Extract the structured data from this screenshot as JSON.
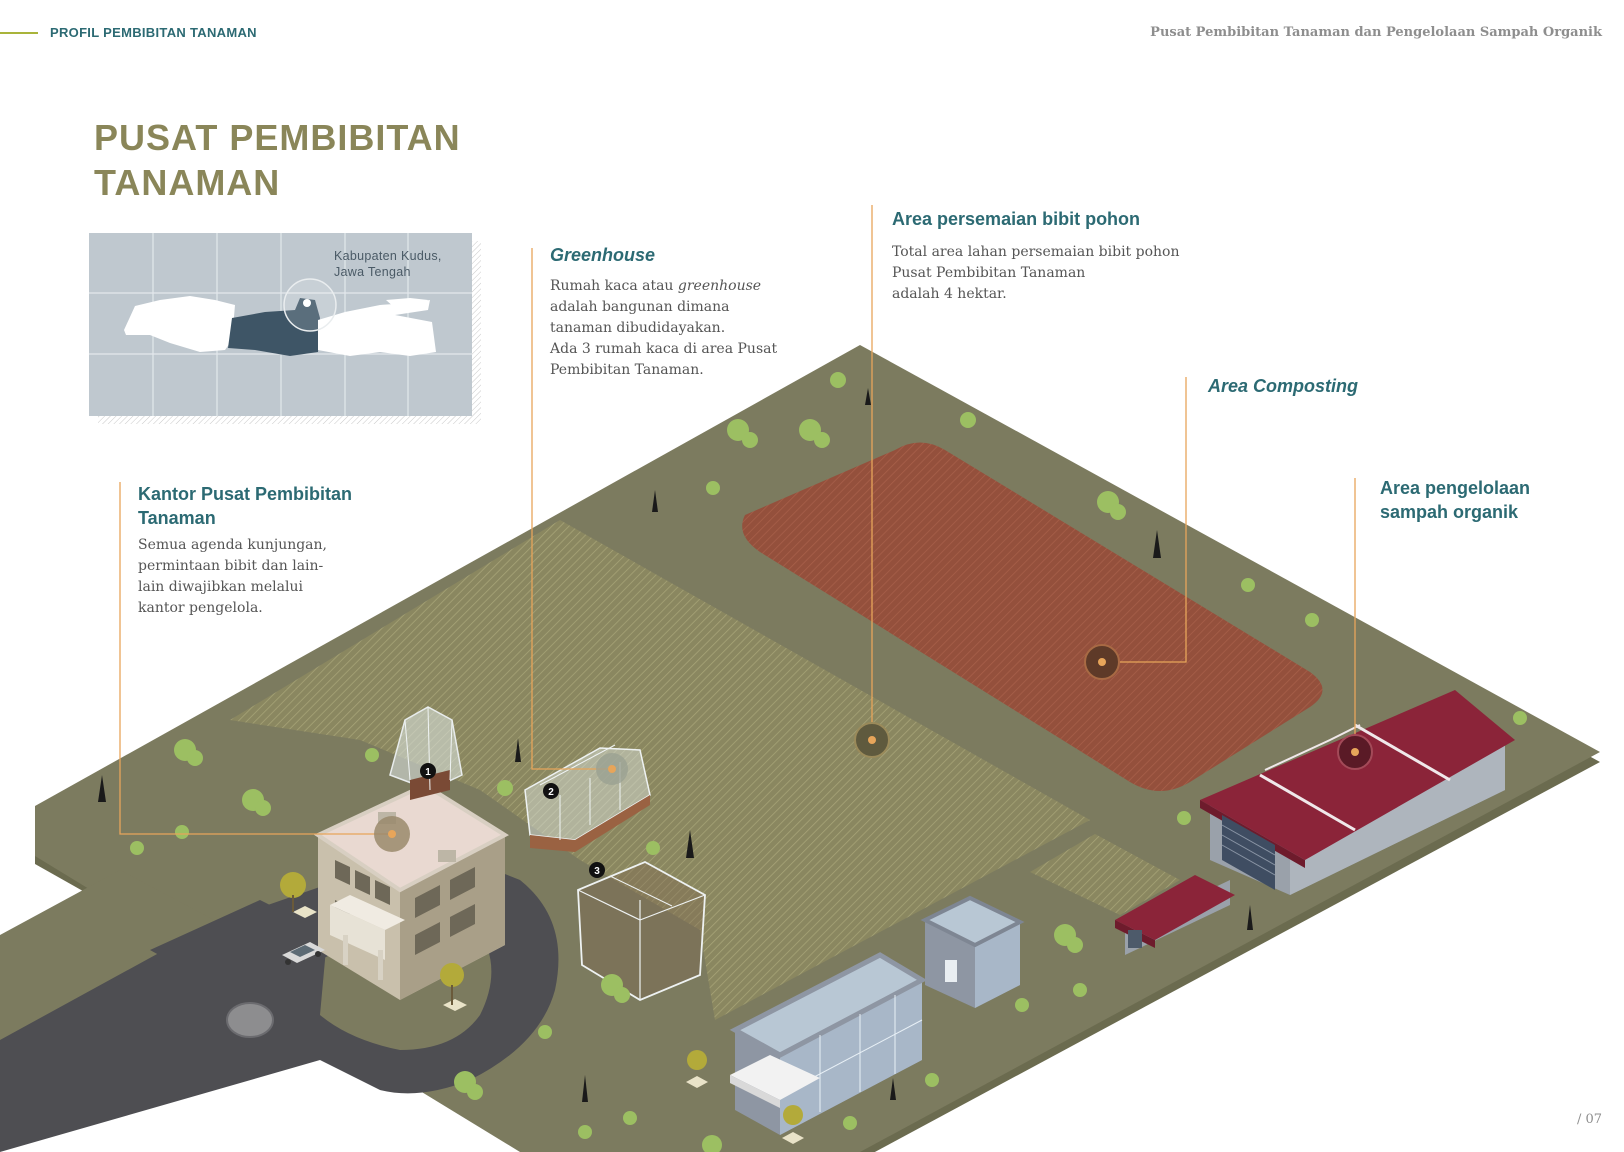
{
  "header": {
    "section": "PROFIL PEMBIBITAN TANAMAN",
    "document_title": "Pusat Pembibitan Tanaman dan Pengelolaan Sampah Organik"
  },
  "title": {
    "line1": "PUSAT PEMBIBITAN",
    "line2": "TANAMAN"
  },
  "map": {
    "location_line1": "Kabupaten Kudus,",
    "location_line2": "Jawa Tengah"
  },
  "labels": {
    "kantor": {
      "title_line1": "Kantor Pusat Pembibitan",
      "title_line2": "Tanaman",
      "body": [
        "Semua agenda kunjungan,",
        "permintaan bibit dan lain-",
        "lain diwajibkan melalui",
        "kantor pengelola."
      ]
    },
    "greenhouse": {
      "title": "Greenhouse",
      "body_line1_a": "Rumah kaca atau ",
      "body_line1_em": "greenhouse",
      "body": [
        "adalah bangunan dimana",
        "tanaman dibudidayakan.",
        "Ada 3 rumah kaca di area Pusat",
        "Pembibitan Tanaman."
      ]
    },
    "persemaian": {
      "title": "Area persemaian bibit pohon",
      "body": [
        "Total area lahan persemaian bibit pohon",
        "Pusat Pembibitan Tanaman",
        "adalah 4 hektar."
      ]
    },
    "composting": {
      "title": "Area Composting"
    },
    "pengelolaan": {
      "title_line1": "Area pengelolaan",
      "title_line2": "sampah organik"
    }
  },
  "greenhouse_numbers": [
    "1",
    "2",
    "3"
  ],
  "page_number": "/ 07",
  "colors": {
    "accent_teal": "#2c6a73",
    "title_olive": "#8a8659",
    "ground": "#7a7a5e",
    "field": "#8f8a62",
    "compost": "#9a4f3a",
    "roof": "#8b2439",
    "leader_line": "#e7a55a",
    "header_line": "#a9b43a"
  }
}
